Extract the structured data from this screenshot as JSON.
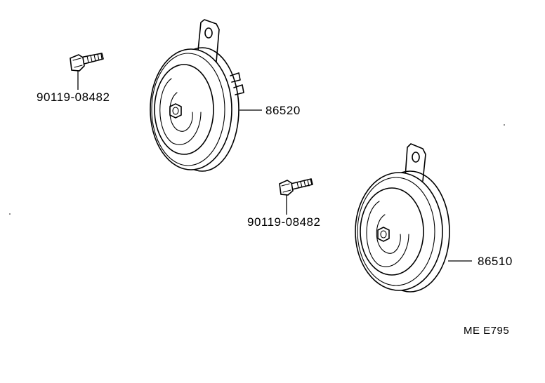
{
  "diagram": {
    "parts": {
      "horn_upper": {
        "number": "86520"
      },
      "horn_lower": {
        "number": "86510"
      },
      "bolt_upper": {
        "number": "90119-08482"
      },
      "bolt_lower": {
        "number": "90119-08482"
      }
    },
    "reference_code": "ME E795"
  }
}
